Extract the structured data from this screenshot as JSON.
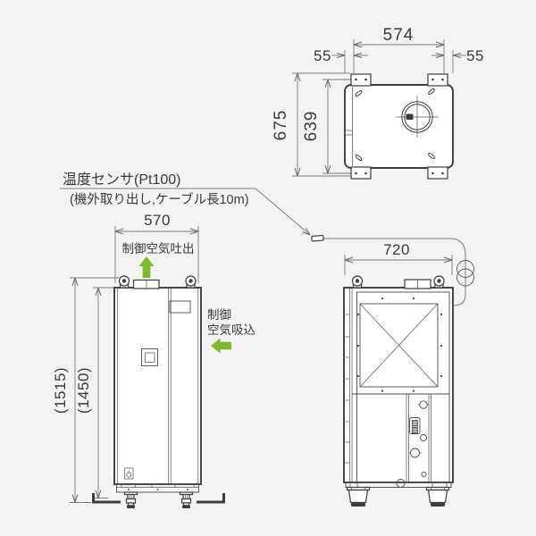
{
  "drawing": {
    "background": "#f3f3f1",
    "colors": {
      "line": "#3d3d3d",
      "dimension": "#787878",
      "text": "#3a3a3a",
      "accent_green": "#7cb92c"
    },
    "top_view": {
      "dim_bolt_span": "574",
      "dim_left_offset": "55",
      "dim_right_offset": "55",
      "dim_depth_overall": "675",
      "dim_depth_bolts": "639"
    },
    "front_view": {
      "dim_width": "570",
      "dim_height_overall": "(1515)",
      "dim_height_body": "(1450)",
      "label_air_outlet": "制御空気吐出",
      "label_air_inlet_line1": "制御",
      "label_air_inlet_line2": "空気吸込"
    },
    "side_view": {
      "dim_depth": "720"
    },
    "sensor_note": {
      "line1": "温度センサ(Pt100)",
      "line2": "(機外取り出し,ケーブル長10m)"
    }
  }
}
